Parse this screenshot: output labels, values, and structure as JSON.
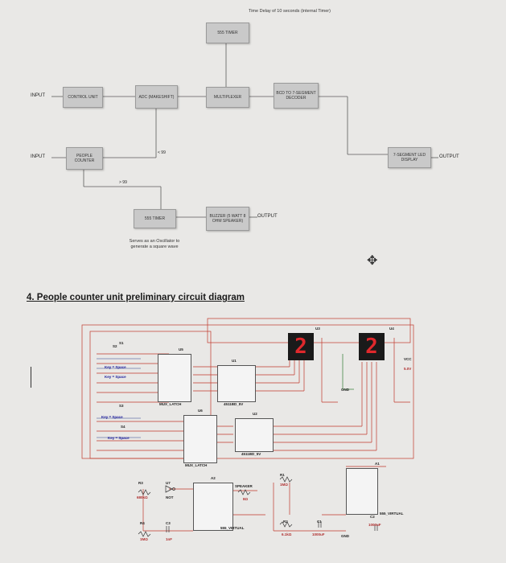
{
  "block_diagram": {
    "note_top": "Time Delay of 10 seconds (internal Timer)",
    "timer_top": "555 TIMER",
    "input1": "INPUT",
    "input2": "INPUT",
    "control_unit": "CONTROL UNIT",
    "adc": "ADC (MAKESHIFT)",
    "multiplexer": "MULTIPLEXER",
    "bcd": "BCD TO 7-SEGMENT DECODER",
    "people_counter": "PEOPLE COUNTER",
    "lt99": "< 99",
    "gt99": "> 99",
    "display": "7-SEGMENT LED DISPLAY",
    "output1": "OUTPUT",
    "timer_bottom": "555 TIMER",
    "buzzer": "BUZZER (5 WATT 8 OHM SPEAKER)",
    "output2": "OUTPUT",
    "osc_note": "Serves as an Oscillator to generate a square wave"
  },
  "section_title": "4. People counter unit preliminary circuit diagram",
  "circuit": {
    "s1": "S1",
    "s2": "S2",
    "s3": "S3",
    "s4": "S4",
    "key_space_1": "Key = Space",
    "key_space_2": "Key = Space",
    "key_space_3": "Key = Space",
    "key_space_4": "Key = Space",
    "u5": "U5",
    "mux_latch_1": "MUX_LATCH",
    "u6": "U6",
    "mux_latch_2": "MUX_LATCH",
    "u1": "U1",
    "bcd_u1": "4511BD_5V",
    "u2": "U2",
    "bcd_u2": "4511BD_5V",
    "u3": "U3",
    "u4": "U4",
    "digit1": "2",
    "digit2": "2",
    "vcc": "VCC",
    "vcc_val": "5.0V",
    "gnd1": "GND",
    "r1": "R1",
    "r1_val": "1MΩ",
    "r3": "R3",
    "r3_val": "680kΩ",
    "r4": "R4",
    "r4_val": "1MΩ",
    "u7": "U7",
    "not": "NOT",
    "c3": "C3",
    "c3_val": "1nF",
    "a2": "A2",
    "speaker": "SPEAKER",
    "speaker_val": "8Ω",
    "virtual_a2": "555_VIRTUAL",
    "r2": "R2",
    "r2_val": "6.1kΩ",
    "c1": "C1",
    "c1_val": "1000uF",
    "a1": "A1",
    "virtual_a1": "555_VIRTUAL",
    "c2": "C2",
    "c2_val": "1000uF",
    "gnd2": "GND"
  }
}
